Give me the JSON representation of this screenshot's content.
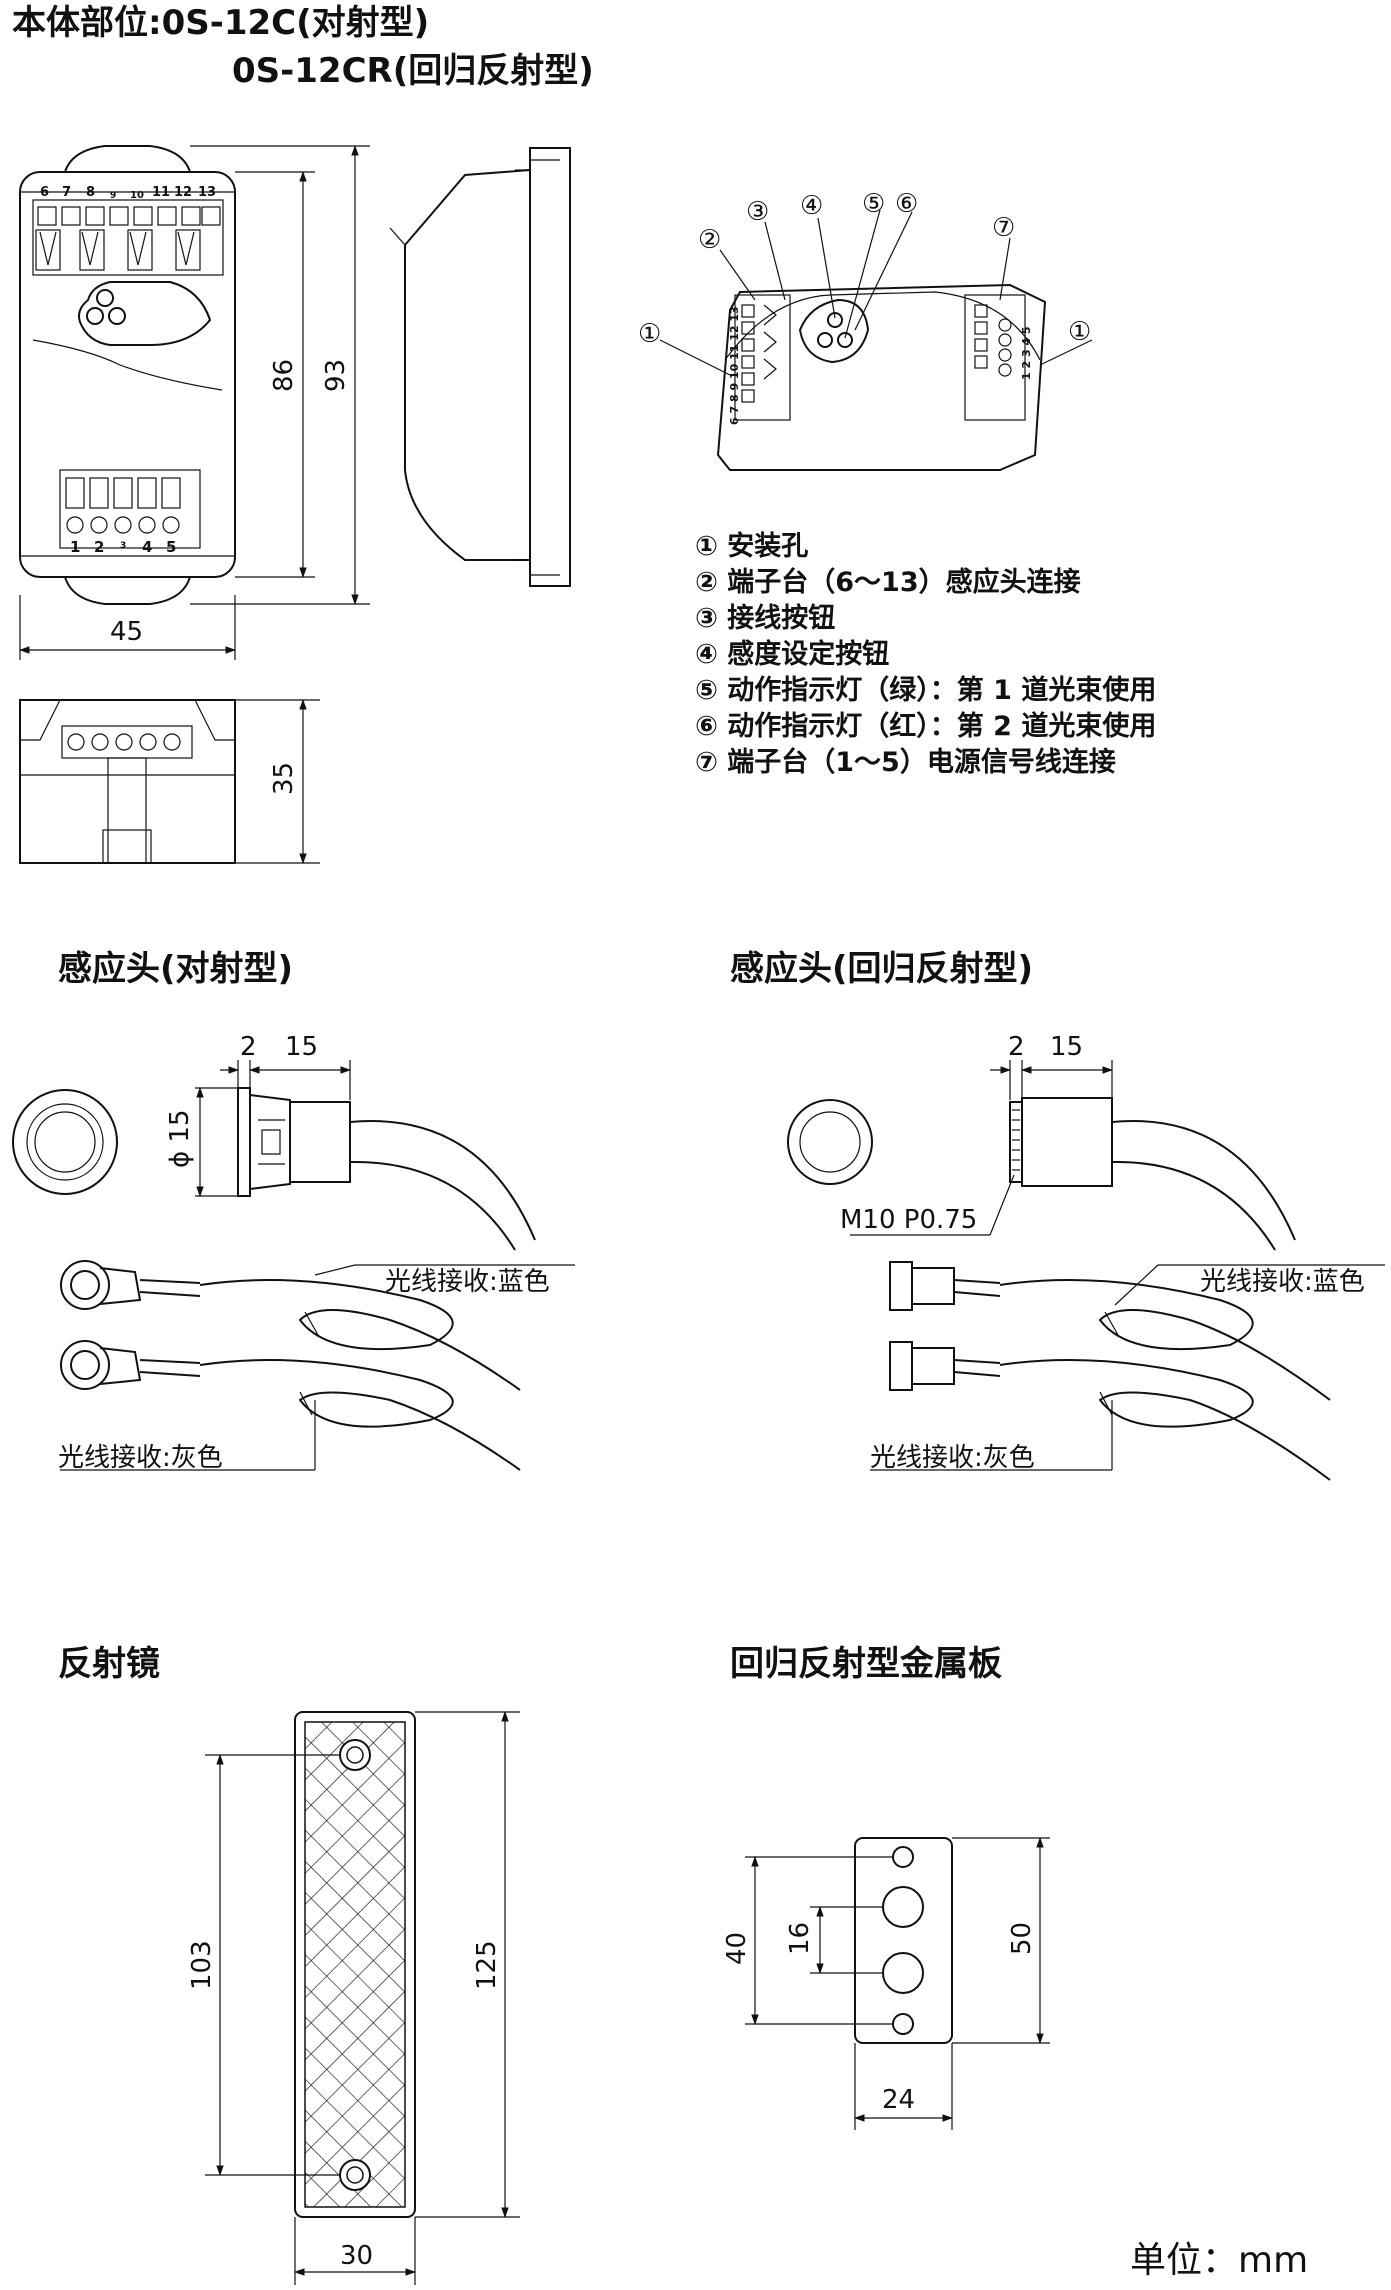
{
  "header": {
    "line1": "本体部位:0S-12C(对射型)",
    "line2": "0S-12CR(回归反射型)"
  },
  "body_dims": {
    "width": "45",
    "height_inner": "86",
    "height_outer": "93",
    "depth": "35"
  },
  "terminals_top": [
    "6",
    "7",
    "8",
    "9",
    "10",
    "11",
    "12",
    "13"
  ],
  "terminals_bottom": [
    "1",
    "2",
    "3",
    "4",
    "5"
  ],
  "iso_terminals_left": "6 7 8 9 10 11 12 13",
  "iso_terminals_right": "1 2 3 4 5",
  "callouts": [
    "①",
    "②",
    "③",
    "④",
    "⑤",
    "⑥",
    "⑦",
    "①"
  ],
  "legend": [
    "① 安装孔",
    "② 端子台（6～13）感应头连接",
    "③ 接线按钮",
    "④ 感度设定按钮",
    "⑤ 动作指示灯（绿）：第 1 道光束使用",
    "⑥ 动作指示灯（红）：第 2 道光束使用",
    "⑦ 端子台（1～5）电源信号线连接"
  ],
  "sensor_through": {
    "title": "感应头(对射型)",
    "dim_a": "2",
    "dim_b": "15",
    "dim_dia": "ϕ 15",
    "label_blue": "光线接收:蓝色",
    "label_gray": "光线接收:灰色"
  },
  "sensor_retro": {
    "title": "感应头(回归反射型)",
    "dim_a": "2",
    "dim_b": "15",
    "thread": "M10 P0.75",
    "label_blue": "光线接收:蓝色",
    "label_gray": "光线接收:灰色"
  },
  "reflector": {
    "title": "反射镜",
    "dim_hole": "103",
    "dim_height": "125",
    "dim_width": "30"
  },
  "metal_plate": {
    "title": "回归反射型金属板",
    "dim_holes": "40",
    "dim_center": "16",
    "dim_height": "50",
    "dim_width": "24"
  },
  "unit": "单位：mm"
}
